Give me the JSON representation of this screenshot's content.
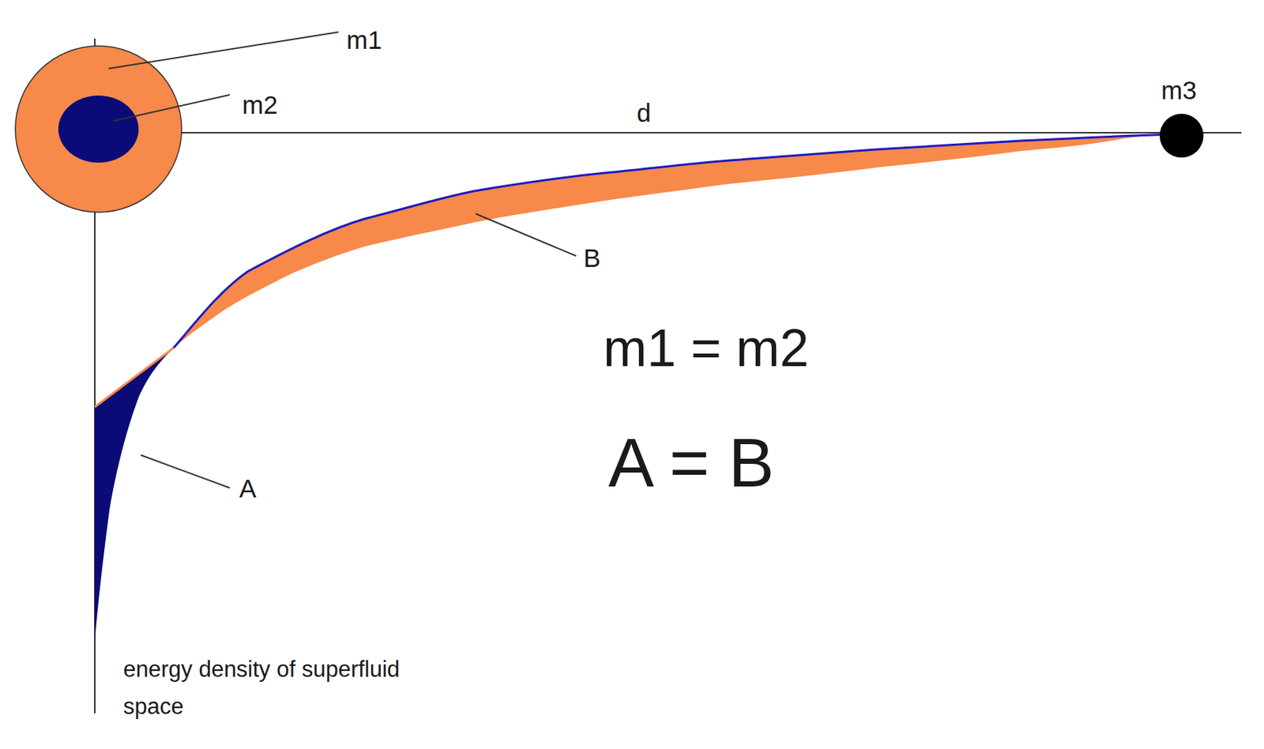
{
  "diagram": {
    "labels": [
      "m1",
      "m2",
      "d",
      "m3",
      "B",
      "m1 = m2",
      "A = B",
      "A",
      "energy density of superfluid space"
    ]
  }
}
